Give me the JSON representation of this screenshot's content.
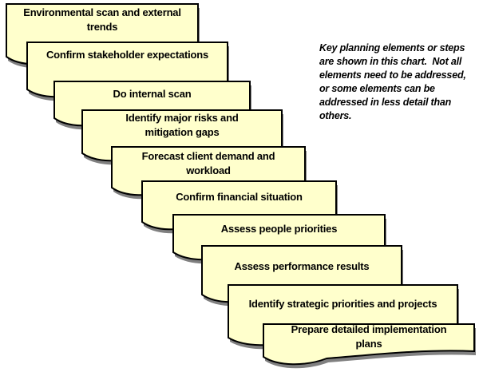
{
  "note": {
    "text": "Key planning elements or steps\nare shown in this chart.  Not all\nelements need to be addressed,\nor some elements can be\naddressed in less detail than\nothers."
  },
  "cards": [
    {
      "label": "Environmental scan and external\ntrends"
    },
    {
      "label": "Confirm stakeholder expectations"
    },
    {
      "label": "Do internal scan"
    },
    {
      "label": "Identify major risks and\nmitigation gaps"
    },
    {
      "label": "Forecast client demand and\nworkload"
    },
    {
      "label": "Confirm financial situation"
    },
    {
      "label": "Assess people priorities"
    },
    {
      "label": "Assess performance results"
    },
    {
      "label": "Identify strategic priorities and projects"
    },
    {
      "label": "Prepare detailed implementation\nplans"
    }
  ],
  "colors": {
    "card_fill": "#FFFFCC",
    "card_border": "#000000",
    "shadow": "#808080",
    "text": "#000000",
    "background": "#FFFFFF"
  }
}
